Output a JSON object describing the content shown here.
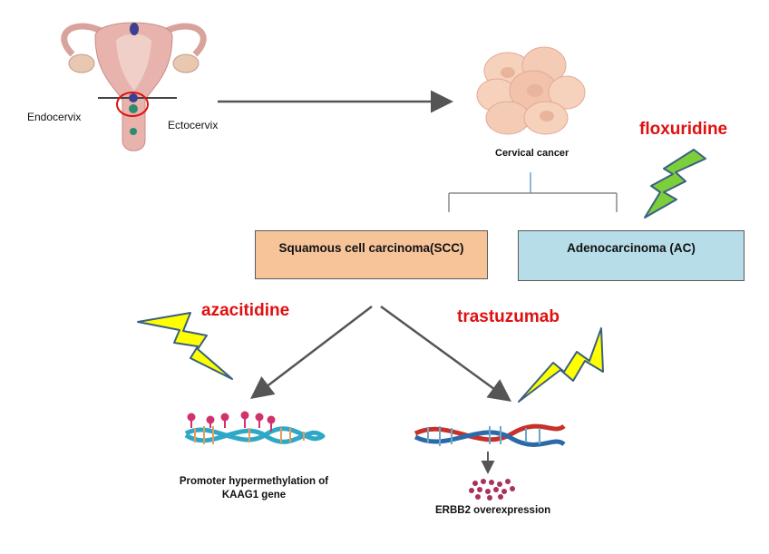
{
  "anatomy": {
    "endocervix_label": "Endocervix",
    "ectocervix_label": "Ectocervix"
  },
  "cancer": {
    "label": "Cervical cancer"
  },
  "subtypes": {
    "scc": "Squamous cell carcinoma(SCC)",
    "ac": "Adenocarcinoma (AC)"
  },
  "drugs": {
    "floxuridine": "floxuridine",
    "azacitidine": "azacitidine",
    "trastuzumab": "trastuzumab"
  },
  "outcomes": {
    "promoter_line1": "Promoter hypermethylation of",
    "promoter_line2": "KAAG1 gene",
    "erbb2": "ERBB2 overexpression"
  },
  "colors": {
    "scc_box": "#f7c49a",
    "ac_box": "#b6dde8",
    "drug_text": "#e01010",
    "bolt_green": "#7ccf3a",
    "bolt_yellow": "#ffff00"
  }
}
